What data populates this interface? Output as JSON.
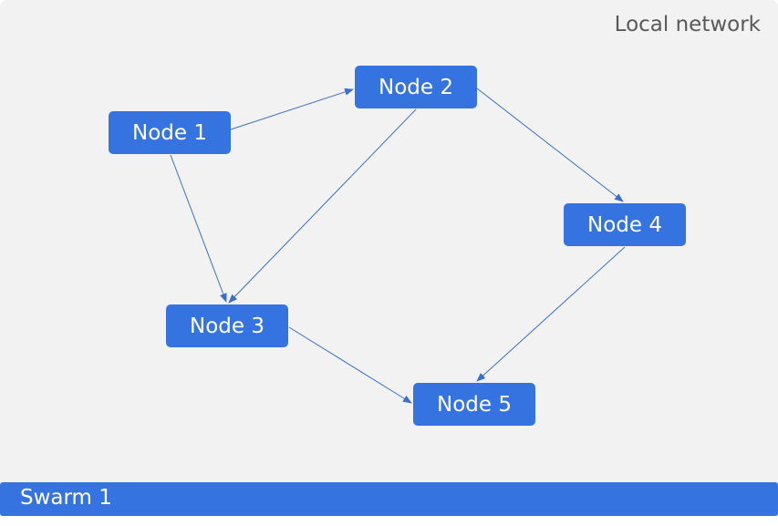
{
  "network": {
    "label": "Local network"
  },
  "nodes": [
    {
      "id": "n1",
      "label": "Node 1"
    },
    {
      "id": "n2",
      "label": "Node 2"
    },
    {
      "id": "n3",
      "label": "Node 3"
    },
    {
      "id": "n4",
      "label": "Node 4"
    },
    {
      "id": "n5",
      "label": "Node 5"
    }
  ],
  "edges": [
    {
      "from": "n1",
      "to": "n2"
    },
    {
      "from": "n1",
      "to": "n3"
    },
    {
      "from": "n2",
      "to": "n3"
    },
    {
      "from": "n2",
      "to": "n4"
    },
    {
      "from": "n3",
      "to": "n5"
    },
    {
      "from": "n4",
      "to": "n5"
    }
  ],
  "swarm": {
    "label": "Swarm 1"
  },
  "colors": {
    "node_fill": "#3574e0",
    "node_text": "#ffffff",
    "panel_bg": "#f2f2f2",
    "edge": "#3a6fc9",
    "label_text": "#595959"
  }
}
